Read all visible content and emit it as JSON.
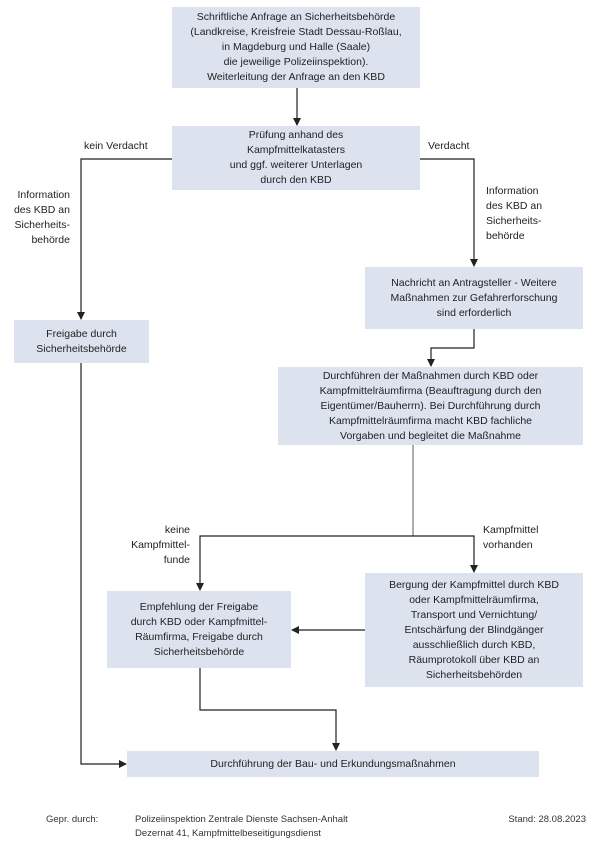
{
  "boxes": {
    "request": "Schriftliche Anfrage an Sicherheitsbehörde\n(Landkreise, Kreisfreie Stadt Dessau-Roßlau,\nin Magdeburg und Halle (Saale)\ndie jeweilige Polizeiinspektion).\nWeiterleitung der Anfrage an den KBD",
    "check": "Prüfung anhand des\nKampfmittelkatasters\nund ggf. weiterer Unterlagen\ndurch den KBD",
    "notice": "Nachricht an Antragsteller - Weitere\nMaßnahmen zur Gefahrerforschung\nsind erforderlich",
    "release": "Freigabe durch\nSicherheitsbehörde",
    "measures": "Durchführen der Maßnahmen durch KBD oder\nKampfmittelräumfirma (Beauftragung durch den\nEigentümer/Bauherrn). Bei Durchführung durch\nKampfmittelräumfirma macht KBD fachliche\nVorgaben und begleitet die Maßnahme",
    "recommendation": "Empfehlung der Freigabe\ndurch KBD oder Kampfmittel-\nRäumfirma, Freigabe durch\nSicherheitsbehörde",
    "recovery": "Bergung der Kampfmittel durch KBD\noder Kampfmittelräumfirma,\nTransport und Vernichtung/\nEntschärfung der Blindgänger\nausschließlich durch KBD,\nRäumprotokoll über KBD an\nSicherheitsbehörden",
    "execution": "Durchführung der Bau- und Erkundungsmaßnahmen"
  },
  "labels": {
    "no_suspicion": "kein Verdacht",
    "suspicion": "Verdacht",
    "info_left": "Information\ndes KBD an\nSicherheits-\nbehörde",
    "info_right": "Information\ndes KBD an\nSicherheits-\nbehörde",
    "no_finds": "keine\nKampfmittel-\nfunde",
    "finds": "Kampfmittel\nvorhanden"
  },
  "footer": {
    "checked_by_label": "Gepr. durch:",
    "checked_by": "Polizeiinspektion Zentrale Dienste Sachsen-Anhalt\nDezernat 41, Kampfmittelbeseitigungsdienst",
    "date": "Stand: 28.08.2023"
  },
  "colors": {
    "box": "#dde2ef",
    "line": "#222222"
  }
}
